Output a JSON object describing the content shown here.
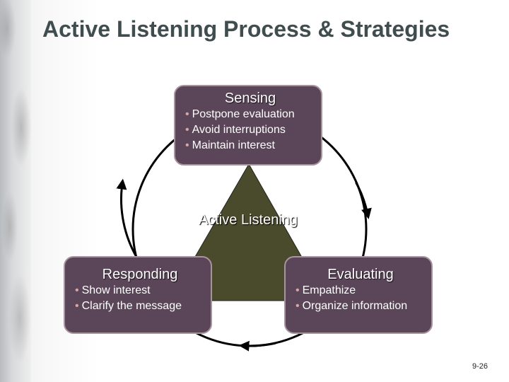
{
  "slide": {
    "title": "Active Listening Process & Strategies",
    "number": "9-26"
  },
  "diagram": {
    "center_label": "Active Listening",
    "stages": [
      {
        "name": "Sensing",
        "bullets": [
          "Postpone evaluation",
          "Avoid interruptions",
          "Maintain interest"
        ]
      },
      {
        "name": "Evaluating",
        "bullets": [
          "Empathize",
          "Organize information"
        ]
      },
      {
        "name": "Responding",
        "bullets": [
          "Show interest",
          "Clarify the message"
        ]
      }
    ]
  },
  "colors": {
    "title": "#3f4d4f",
    "box_fill": "#5a4658",
    "box_border": "#a8949e",
    "triangle_fill": "#4a4a2c",
    "bullet": "#d8a6a6"
  }
}
